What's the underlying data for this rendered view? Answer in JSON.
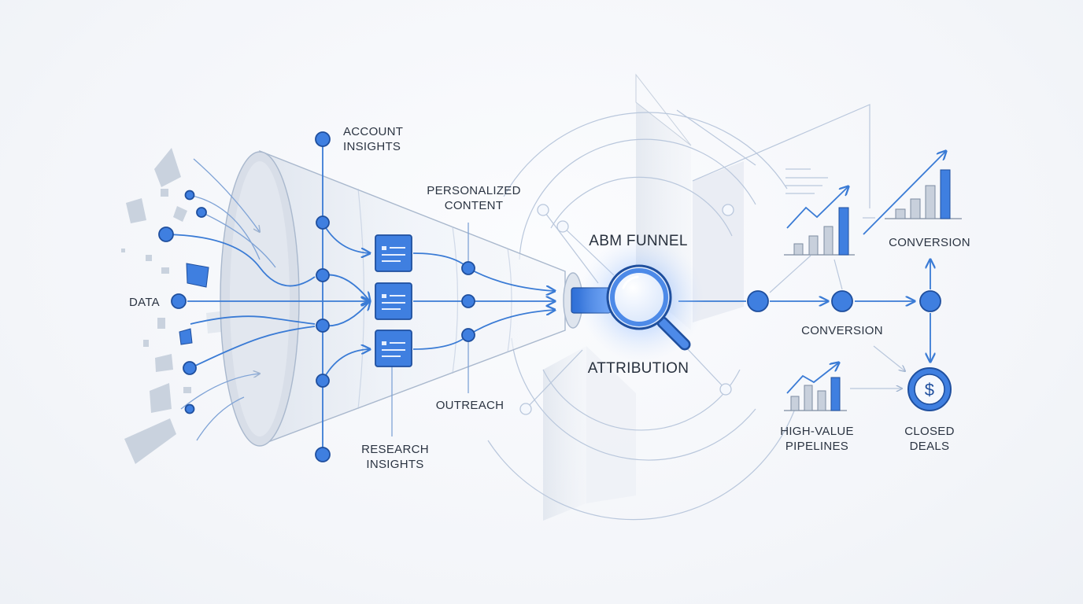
{
  "diagram": {
    "labels": {
      "data": "DATA",
      "account_insights_1": "ACCOUNT",
      "account_insights_2": "INSIGHTS",
      "personalized_1": "PERSONALIZED",
      "personalized_2": "CONTENT",
      "outreach": "OUTREACH",
      "research_1": "RESEARCH",
      "research_2": "INSIGHTS",
      "abm_funnel": "ABM FUNNEL",
      "attribution": "ATTRIBUTION",
      "conversion_top": "CONVERSION",
      "conversion_mid": "CONVERSION",
      "pipelines_1": "HIGH-VALUE",
      "pipelines_2": "PIPELINES",
      "closed_1": "CLOSED",
      "closed_2": "DEALS",
      "dollar": "$"
    },
    "colors": {
      "accent": "#3f7fe0",
      "accent_dark": "#1f4f9e",
      "line": "#3a7bd5",
      "muted": "#c8d0dc",
      "text": "#2b3442"
    },
    "icons": [
      "magnifier-icon",
      "dollar-coin-icon",
      "document-icon",
      "bar-chart-icon",
      "trend-arrow-icon"
    ]
  }
}
